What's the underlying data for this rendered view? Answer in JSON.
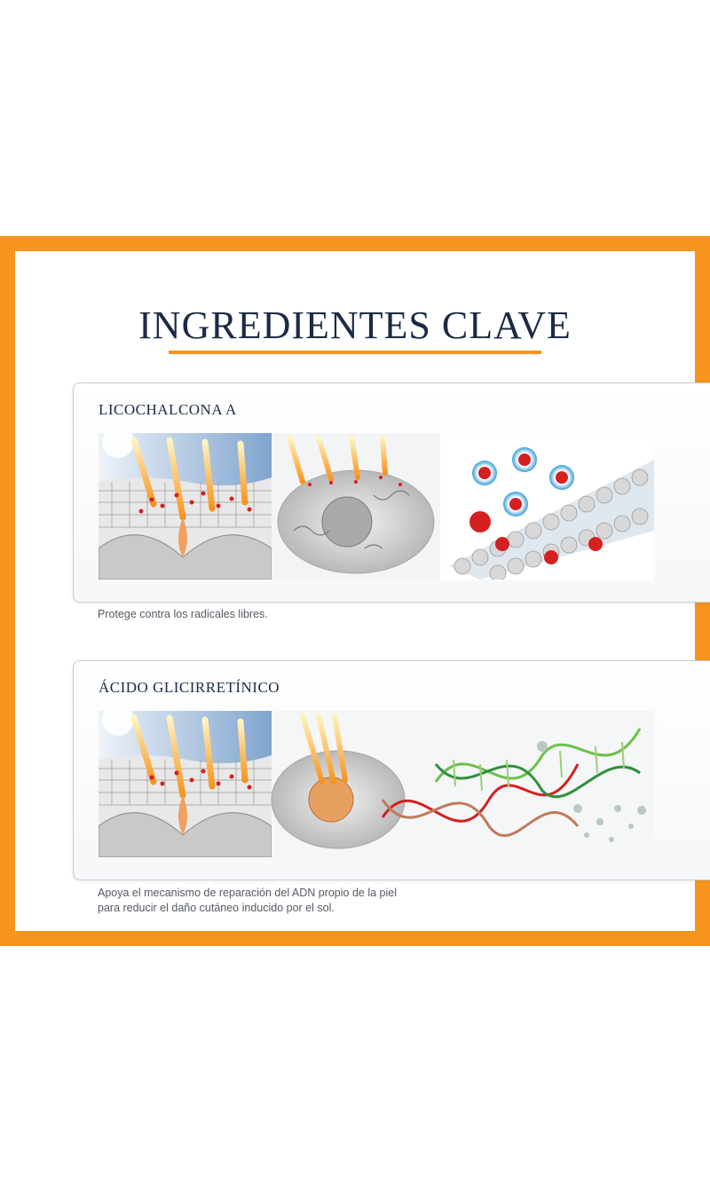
{
  "title": "INGREDIENTES CLAVE",
  "colors": {
    "frame": "#f7941d",
    "title": "#1b2a45"
  },
  "sections": [
    {
      "heading": "LICOCHALCONA A",
      "caption_lines": [
        "Protege contra los radicales libres."
      ]
    },
    {
      "heading": "ÁCIDO GLICIRRETÍNICO",
      "caption_lines": [
        "Apoya el mecanismo de reparación del ADN propio de la piel",
        "para reducir el daño cutáneo inducido por el sol."
      ]
    }
  ]
}
